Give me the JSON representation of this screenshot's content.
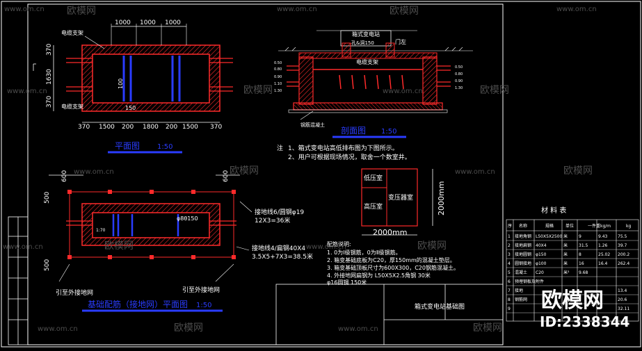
{
  "colors": {
    "background": "#000000",
    "frame": "#ffffff",
    "wall": "#ff2a2a",
    "dim": "#ffffff",
    "title_blue": "#2a3cff",
    "note": "#ffffff",
    "cyan": "#00e5ff",
    "watermark": "#5a5a5a"
  },
  "plan1": {
    "top_dims": [
      "1000",
      "1000",
      "1000"
    ],
    "bracket_label_top": "电缆支架",
    "bracket_label_bottom": "电缆支架",
    "left_dims": [
      "370",
      "1630",
      "370"
    ],
    "inner_dim": "100",
    "inner_label": "150",
    "bottom_dims": [
      "370",
      "1500",
      "200",
      "1800",
      "200",
      "1500",
      "370"
    ],
    "title": "平面图",
    "scale": "1:50"
  },
  "section": {
    "station_label": "箱式变电站",
    "hole_label": "孔&洞150",
    "side_label": "门左",
    "bracket_label": "电缆支架",
    "bottom_label": "钢筋混凝土",
    "left_marks": [
      "0.50",
      "0.80",
      "0.90",
      "1.10",
      "1.30"
    ],
    "right_marks": [
      "0.50",
      "0.80",
      "0.90",
      "1.30"
    ],
    "title": "剖面图",
    "scale": "1:50"
  },
  "notes": {
    "prefix": "注",
    "line1": "1、箱式变电站高低排布图为下图所示。",
    "line2": "2、用户可根据现场情况，取舍一个数室井。"
  },
  "layout_box": {
    "low": "低压室",
    "high": "高压室",
    "transformer": "变压器室",
    "width_dim": "2000mm",
    "height_dim": "2000mm"
  },
  "plan2": {
    "top_dims": [
      "600",
      "600"
    ],
    "left_dims": [
      "500",
      "500"
    ],
    "annot1": "接地线6/圆钢φ19",
    "annot2": "12X3=36米",
    "annot3": "接地线4/扁钢40X4",
    "annot4": "3.5X5+7X3=38.5米",
    "hole_label": "φ8θ150",
    "inner_label": "1:70",
    "ground_left": "引至外接地网",
    "ground_right": "引至外接地网",
    "title": "基础配筋（接地网）平面图",
    "scale": "1:50"
  },
  "build_notes": {
    "title": "配筋说明:",
    "lines": [
      "1. 0为Ⅰ级钢筋，0为Ⅱ级钢筋。",
      "2. 箱变基础底板为C20，厚150mm的混凝土垫层。",
      "3. 箱变基础顶板尺寸为600X300，C20钢筋混凝土。",
      "4. 外接地网扁钢为 L50X5X2.5角钢 30米",
      "   φ16圆钢 150米"
    ]
  },
  "materials": {
    "title": "材 料 表",
    "header": [
      "序",
      "名称",
      "规格",
      "单位",
      "一件重kg/m",
      "kg"
    ],
    "rows": [
      [
        "1",
        "接地角钢",
        "L50X5X2500",
        "米",
        "9",
        "9.43",
        "75.5"
      ],
      [
        "2",
        "接地扁钢",
        "40X4",
        "米",
        "31.5",
        "1.26",
        "39.7"
      ],
      [
        "3",
        "接地圆钢",
        "φ150",
        "米",
        "8",
        "25.02",
        "200.2"
      ],
      [
        "4",
        "圆钢接地",
        "φ100",
        "米",
        "16",
        "16.4",
        "262.4"
      ],
      [
        "5",
        "混凝土",
        "C20",
        "米³",
        "9.68",
        "",
        ""
      ],
      [
        "6",
        "预埋钢板及附件",
        "",
        "",
        "",
        "",
        ""
      ],
      [
        "7",
        "接地",
        "",
        "",
        "",
        "",
        "13.4"
      ],
      [
        "8",
        "钢筋网",
        "",
        "",
        "",
        "",
        "20.6"
      ],
      [
        "9",
        "",
        "",
        "",
        "",
        "",
        "32.11"
      ]
    ]
  },
  "title_block": {
    "drawing_name": "箱式变电站基础图"
  },
  "watermark": {
    "url": "www.om.cn",
    "brand": "欧模网",
    "url_partial": "www.om.cn"
  },
  "corner": {
    "brand": "欧模网",
    "id": "ID:2338344"
  }
}
